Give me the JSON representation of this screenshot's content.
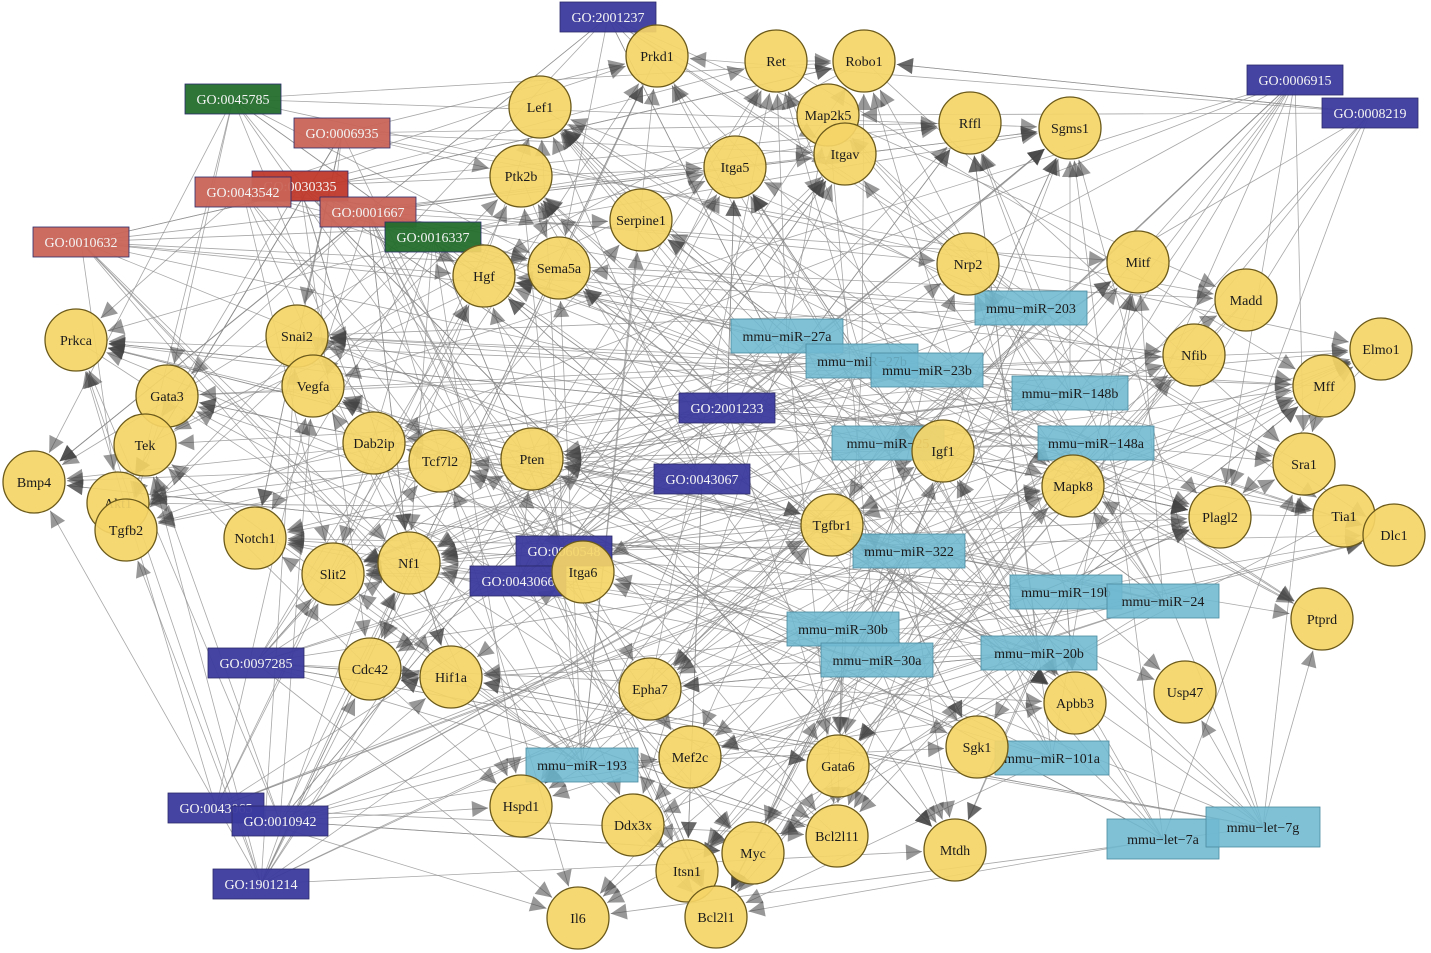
{
  "palette": {
    "gene": "#f5d567",
    "mirna": "#6fb8d0",
    "go_blue": "#3b3a9e",
    "go_red": "#c96457",
    "go_green": "#236e2c",
    "edge": "#8a8a8a",
    "arrow": "#444444"
  },
  "genes": [
    "Prkd1",
    "Ret",
    "Robo1",
    "Lef1",
    "Map2k5",
    "Rffl",
    "Sgms1",
    "Itgav",
    "Itga5",
    "Ptk2b",
    "Serpine1",
    "Hgf",
    "Sema5a",
    "Nrp2",
    "Mitf",
    "Madd",
    "Prkca",
    "Snai2",
    "Vegfa",
    "Gata3",
    "Nfib",
    "Elmo1",
    "Mff",
    "Tek",
    "Dab2ip",
    "Tcf7l2",
    "Pten",
    "Igf1",
    "Sra1",
    "Bmp4",
    "Akt1",
    "Tgfb2",
    "Mapk8",
    "Notch1",
    "Tgfbr1",
    "Plagl2",
    "Tia1",
    "Dlc1",
    "Slit2",
    "Nf1",
    "Itga6",
    "Ptprd",
    "Cdc42",
    "Hif1a",
    "Epha7",
    "Apbb3",
    "Usp47",
    "Mef2c",
    "Gata6",
    "Sgk1",
    "Hspd1",
    "Ddx3x",
    "Myc",
    "Bcl2l11",
    "Mtdh",
    "Itsn1",
    "Il6",
    "Bcl2l1"
  ],
  "mirnas": [
    "mmu−miR−203",
    "mmu−miR−27a",
    "mmu−miR−27b",
    "mmu−miR−23b",
    "mmu−miR−148b",
    "mmu−miR−25",
    "mmu−miR−148a",
    "mmu−miR−322",
    "mmu−miR−19b",
    "mmu−miR−24",
    "mmu−miR−30b",
    "mmu−miR−30a",
    "mmu−miR−20b",
    "mmu−miR−193",
    "mmu−miR−101a",
    "mmu−let−7a",
    "mmu−let−7g"
  ],
  "go_terms": [
    {
      "label": "GO:2001237",
      "color": "#3b3a9e"
    },
    {
      "label": "GO:0006915",
      "color": "#3b3a9e"
    },
    {
      "label": "GO:0008219",
      "color": "#3b3a9e"
    },
    {
      "label": "GO:0045785",
      "color": "#236e2c"
    },
    {
      "label": "GO:0006935",
      "color": "#c96457"
    },
    {
      "label": "GO:0030335",
      "color": "#c0392b"
    },
    {
      "label": "GO:0043542",
      "color": "#c96457"
    },
    {
      "label": "GO:0001667",
      "color": "#c96457"
    },
    {
      "label": "GO:0016337",
      "color": "#236e2c"
    },
    {
      "label": "GO:0010632",
      "color": "#c96457"
    },
    {
      "label": "GO:2001233",
      "color": "#3b3a9e"
    },
    {
      "label": "GO:0043067",
      "color": "#3b3a9e"
    },
    {
      "label": "GO:0060548",
      "color": "#3b3a9e"
    },
    {
      "label": "GO:0043066",
      "color": "#3b3a9e"
    },
    {
      "label": "GO:0097285",
      "color": "#3b3a9e"
    },
    {
      "label": "GO:0043065",
      "color": "#3b3a9e"
    },
    {
      "label": "GO:0010942",
      "color": "#3b3a9e"
    },
    {
      "label": "GO:1901214",
      "color": "#3b3a9e"
    }
  ]
}
